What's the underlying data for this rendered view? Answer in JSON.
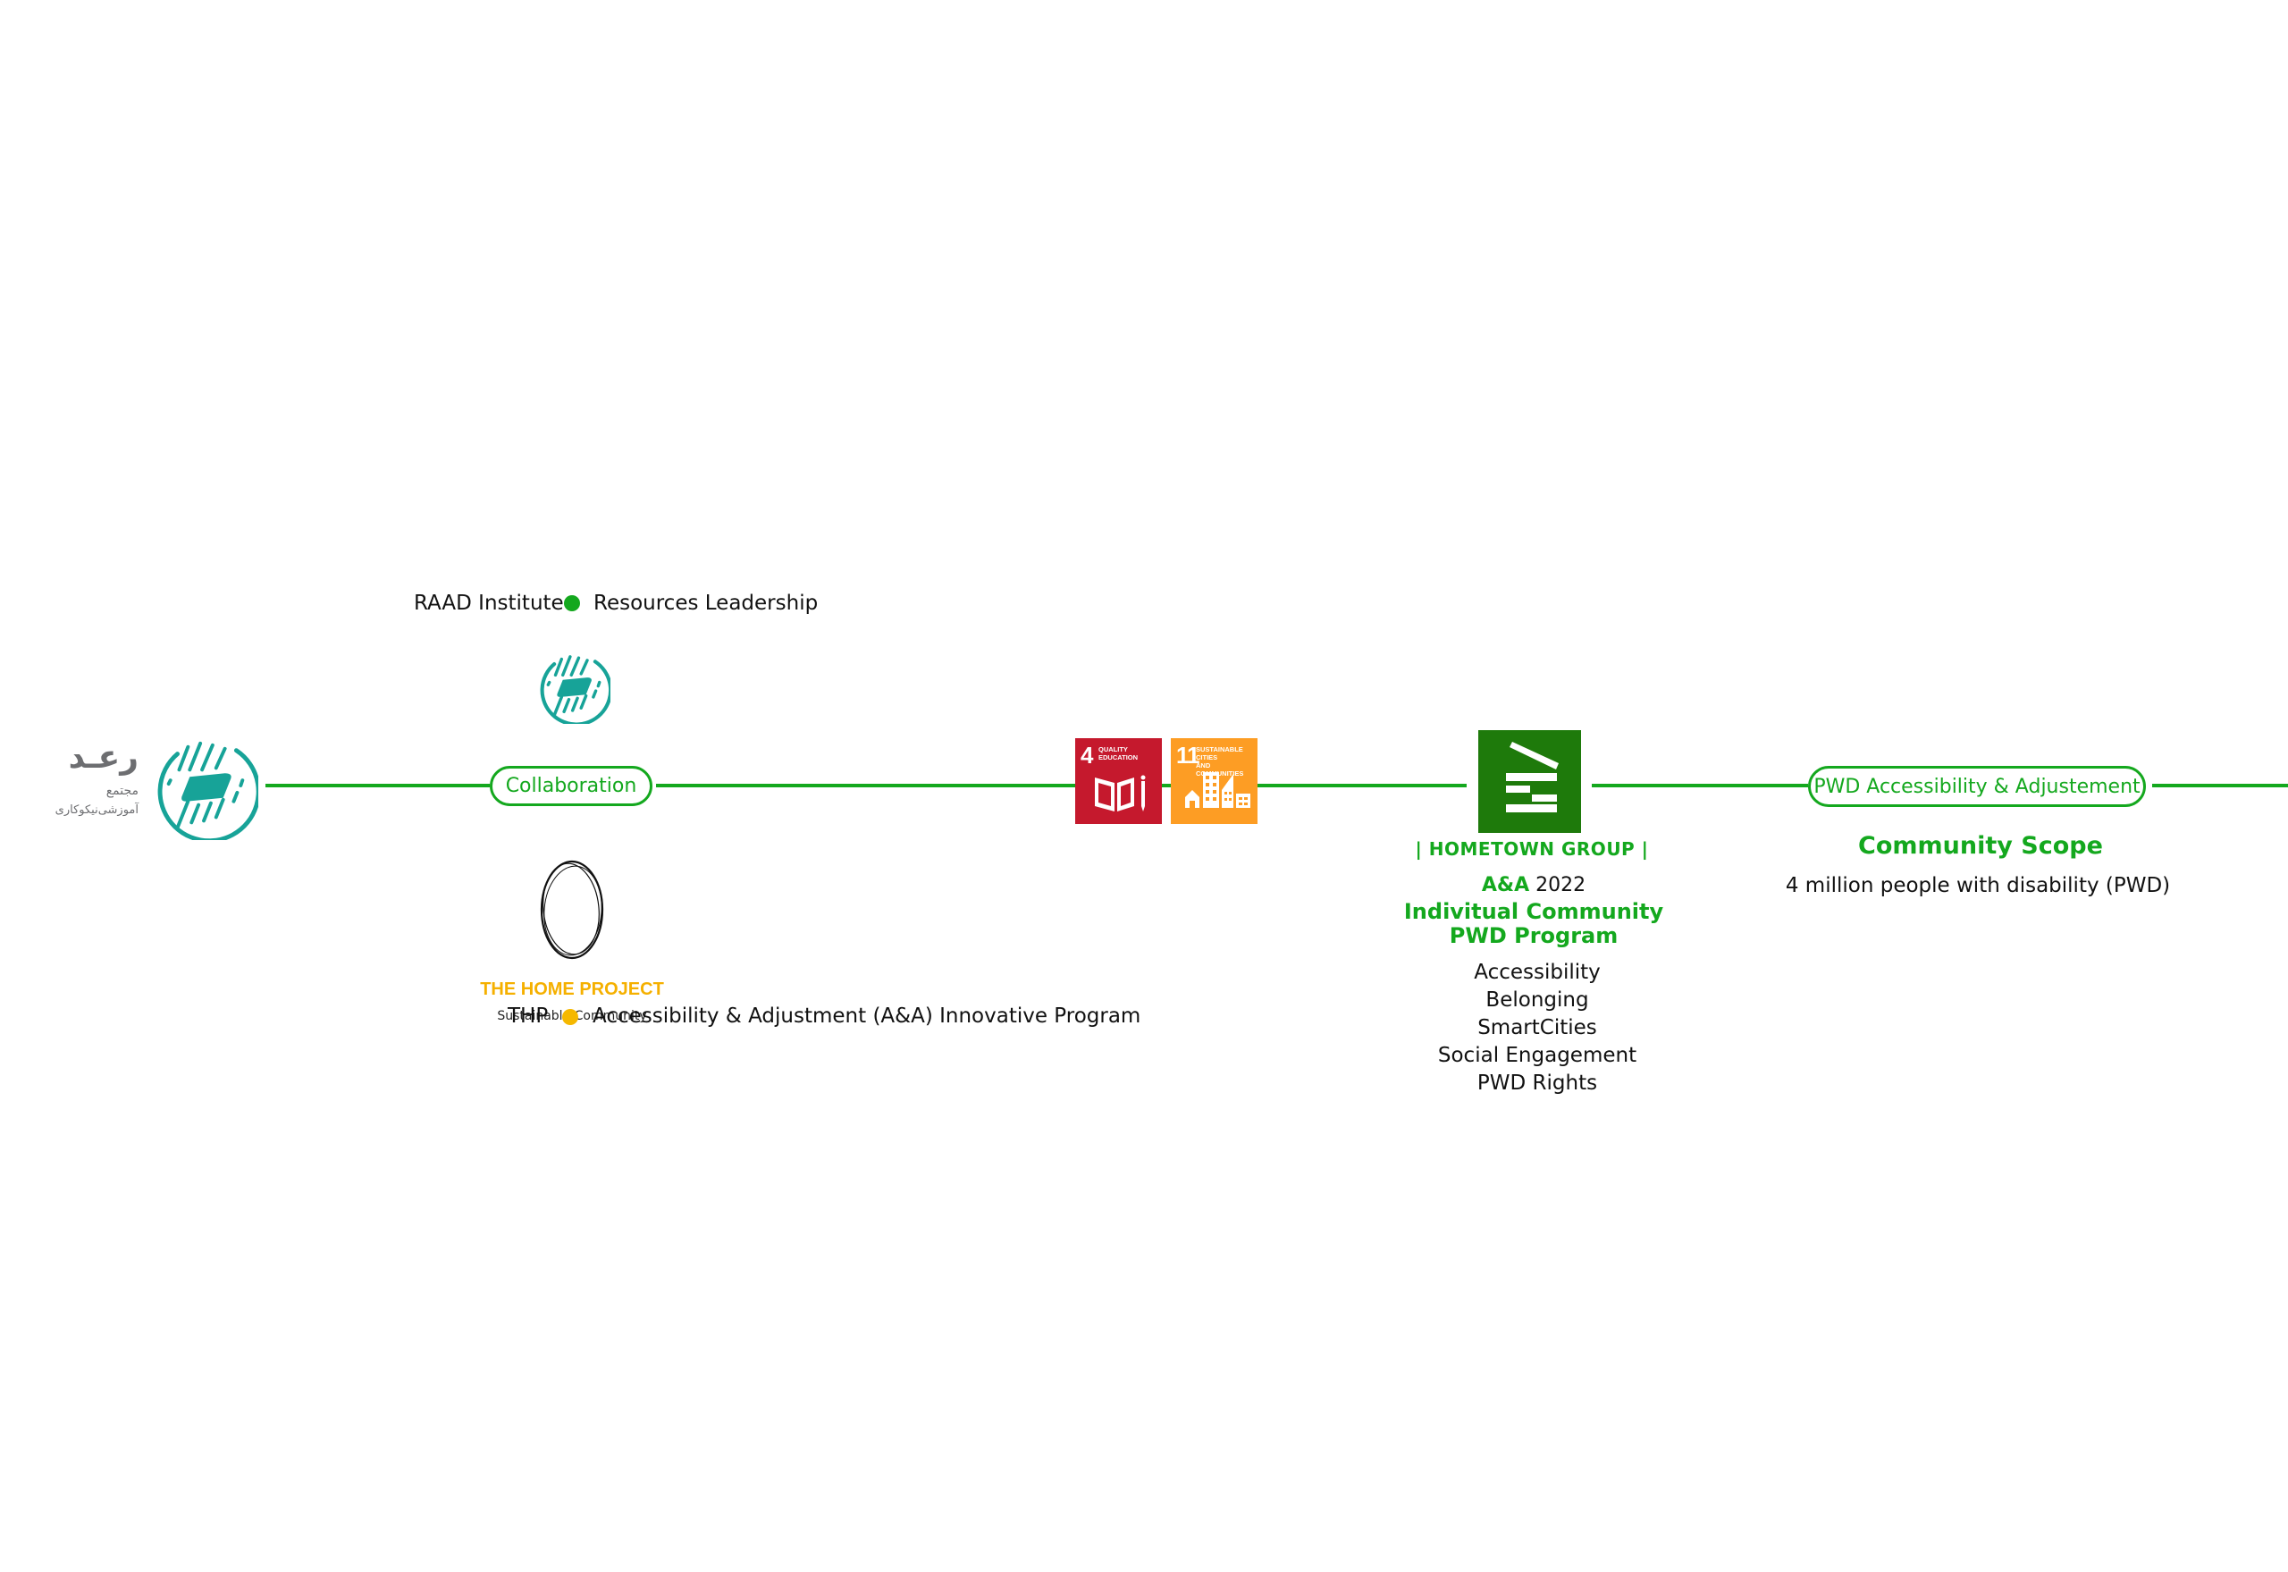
{
  "raad_logo": {
    "name_fa": "رعـد",
    "subtitle_line1_fa": "مجتمع",
    "subtitle_line2_fa": "آموزشی‌نیکوکاری"
  },
  "top_row": {
    "org": "RAAD Institute",
    "role": "Resources Leadership",
    "dot_color": "#14a81e"
  },
  "collaboration_pill": "Collaboration",
  "home_project": {
    "title": "THE HOME PROJECT",
    "subtitle": "Sustainable Community",
    "title_color": "#f5b000"
  },
  "bottom_row": {
    "org": "THP",
    "role": "Accessibility & Adjustment (A&A) Innovative Program",
    "dot_color": "#f5b800"
  },
  "sdg": [
    {
      "number": "4",
      "caption_line1": "Quality",
      "caption_line2": "Education",
      "color": "#c5192d"
    },
    {
      "number": "11",
      "caption_line1": "Sustainable cities",
      "caption_line2": "and communities",
      "color": "#fd9d24"
    }
  ],
  "hometown": {
    "group_label": "| HOMETOWN GROUP |",
    "program_tag": "A&A",
    "program_year": "2022",
    "program_title_line1": "Indivitual Community",
    "program_title_line2": "PWD Program",
    "topics": [
      "Accessibility",
      "Belonging",
      "SmartCities",
      "Social Engagement",
      "PWD Rights"
    ],
    "icon_color": "#1e7a0b"
  },
  "pwd_pill": "PWD Accessibility & Adjustement",
  "scope": {
    "title": "Community Scope",
    "description": "4 million people with disability (PWD)"
  },
  "colors": {
    "line": "#14a81e",
    "teal": "#17a398"
  }
}
